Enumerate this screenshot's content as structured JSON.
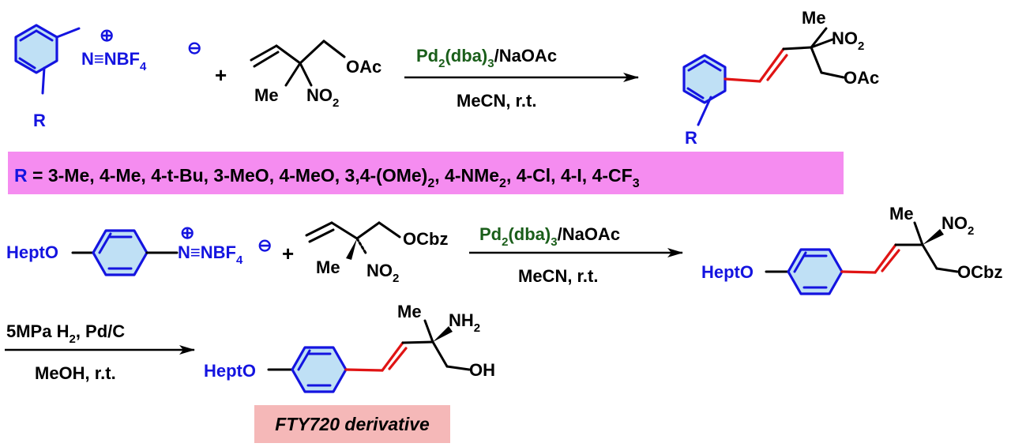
{
  "colors": {
    "atom_blue": "#1414e0",
    "reagent_green": "#1a5e1a",
    "new_bond_red": "#e01414",
    "aromatic_fill": "#bfe0f5",
    "scope_box": "#f58cf0",
    "product_box": "#f5b8b8"
  },
  "labels": {
    "nnbf": "N≡NBF",
    "nnbf_sub": "4",
    "plus_charge": "⊕",
    "minus_charge": "⊖",
    "plus": "+",
    "oac": "OAc",
    "ocbz": "OCbz",
    "me": "Me",
    "no": "NO",
    "no_sub": "2",
    "nh": "NH",
    "nh_sub": "2",
    "oh": "OH",
    "r": "R",
    "hepto": "HeptO"
  },
  "reaction1": {
    "catalyst_a": "Pd",
    "catalyst_a_sub": "2",
    "catalyst_b": "(dba)",
    "catalyst_b_sub": "3",
    "catalyst_c": "/NaOAc",
    "conditions": "MeCN, r.t."
  },
  "scope": {
    "r_label": "R",
    "text_a": " = 3-Me, 4-Me, 4-t-Bu, 3-MeO, 4-MeO, 3,4-(OMe)",
    "sub_a": "2",
    "text_b": ", 4-NMe",
    "sub_b": "2",
    "text_c": ", 4-Cl, 4-I, 4-CF",
    "sub_c": "3"
  },
  "reaction2": {
    "catalyst_a": "Pd",
    "catalyst_a_sub": "2",
    "catalyst_b": "(dba)",
    "catalyst_b_sub": "3",
    "catalyst_c": "/NaOAc",
    "conditions": "MeCN, r.t."
  },
  "reaction3": {
    "reagent_a": "5MPa H",
    "reagent_sub": "2",
    "reagent_b": ", Pd/C",
    "conditions": "MeOH, r.t."
  },
  "product_label": "FTY720 derivative"
}
